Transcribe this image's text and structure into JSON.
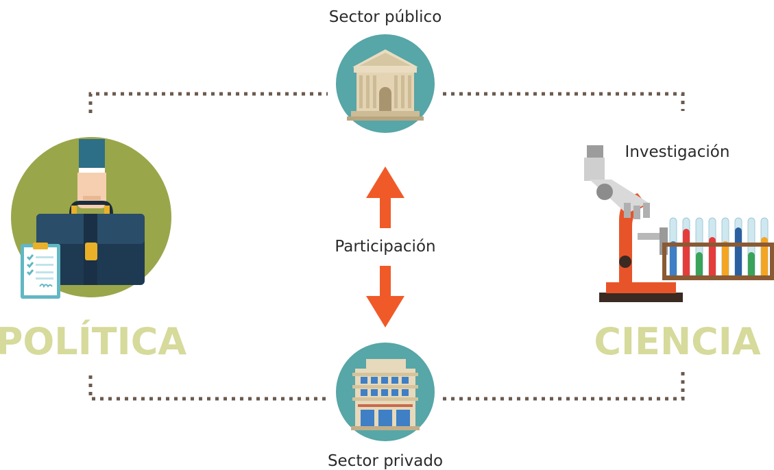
{
  "labels": {
    "sector_publico": "Sector público",
    "sector_privado": "Sector privado",
    "participacion": "Participación",
    "investigacion": "Investigación",
    "politica": "POLÍTICA",
    "ciencia": "CIENCIA"
  },
  "colors": {
    "teal": "#57a6a8",
    "olive": "#9aa64a",
    "big_text": "#d6da9b",
    "arrow": "#f05a28",
    "dots": "#6b5a4e",
    "text": "#2a2a2a"
  },
  "icons": {
    "public": "government-building-icon",
    "private": "office-building-icon",
    "politics": "briefcase-icon",
    "science": "microscope-icon"
  }
}
